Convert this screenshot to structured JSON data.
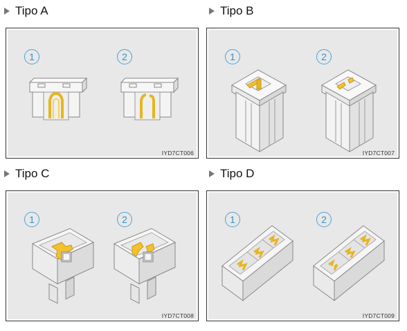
{
  "sections": [
    {
      "heading": "Tipo A",
      "label_1": "1",
      "label_2": "2",
      "code": "IYD7CT006"
    },
    {
      "heading": "Tipo B",
      "label_1": "1",
      "label_2": "2",
      "code": "IYD7CT007"
    },
    {
      "heading": "Tipo C",
      "label_1": "1",
      "label_2": "2",
      "code": "IYD7CT008"
    },
    {
      "heading": "Tipo D",
      "label_1": "1",
      "label_2": "2",
      "code": "IYD7CT009"
    }
  ],
  "colors": {
    "accent_number": "#3b8fc4",
    "fuse_element": "#f2c12e",
    "panel_bg": "#e8e8e8"
  }
}
